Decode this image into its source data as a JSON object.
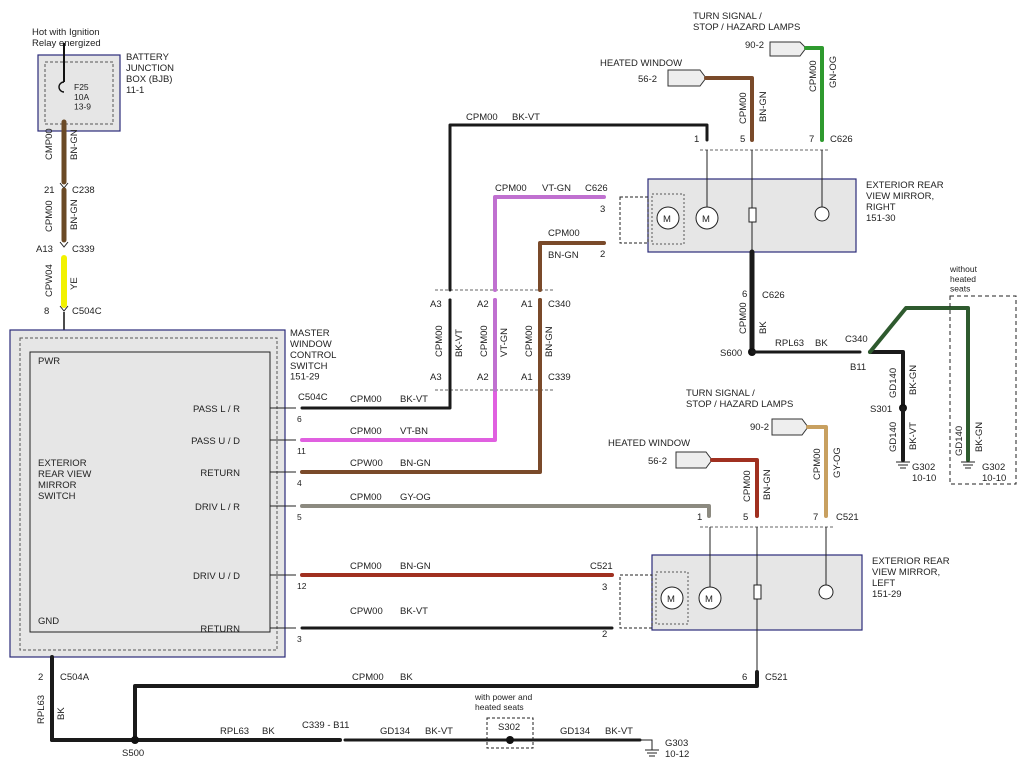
{
  "top": {
    "hot_note": "Hot with Ignition\nRelay energized",
    "bjb_label": "BATTERY\nJUNCTION\nBOX (BJB)\n11-1",
    "fuse": "F25\n10A\n13-9"
  },
  "left_column": {
    "wire1_circuit": "CMP00",
    "wire1_color": "BN-GN",
    "c238_pin": "21",
    "c238": "C238",
    "wire2_circuit": "CPM00",
    "wire2_color": "BN-GN",
    "c339_pin": "A13",
    "c339": "C339",
    "wire3_circuit": "CPW04",
    "wire3_color": "YE",
    "c504c_pin": "8",
    "c504c": "C504C"
  },
  "switch": {
    "title": "MASTER\nWINDOW\nCONTROL\nSWITCH\n151-29",
    "pwr": "PWR",
    "name": "EXTERIOR\nREAR VIEW\nMIRROR\nSWITCH",
    "gnd": "GND",
    "pins": [
      {
        "label": "PASS L / R",
        "connector": "C504C",
        "pin": "6",
        "circuit": "CPM00",
        "color": "BK-VT"
      },
      {
        "label": "PASS U / D",
        "connector": "",
        "pin": "11",
        "circuit": "CPM00",
        "color": "VT-BN"
      },
      {
        "label": "RETURN",
        "connector": "",
        "pin": "4",
        "circuit": "CPW00",
        "color": "BN-GN"
      },
      {
        "label": "DRIV L / R",
        "connector": "",
        "pin": "5",
        "circuit": "CPM00",
        "color": "GY-OG"
      },
      {
        "label": "DRIV U / D",
        "connector": "",
        "pin": "12",
        "circuit": "CPM00",
        "color": "BN-GN"
      },
      {
        "label": "RETURN",
        "connector": "",
        "pin": "3",
        "circuit": "CPW00",
        "color": "BK-VT"
      }
    ]
  },
  "c340_block": {
    "top_pins": [
      "A3",
      "A2",
      "A1"
    ],
    "top_connector": "C340",
    "wires": [
      {
        "circuit": "CPM00",
        "color": "BK-VT"
      },
      {
        "circuit": "CPM00",
        "color": "VT-GN"
      },
      {
        "circuit": "CPM00",
        "color": "BN-GN"
      }
    ],
    "bottom_pins": [
      "A3",
      "A2",
      "A1"
    ],
    "bottom_connector": "C339"
  },
  "right_mirror": {
    "turn_signal": "TURN SIGNAL /\nSTOP / HAZARD LAMPS",
    "turn_ref": "90-2",
    "turn_circuit": "CPM00",
    "turn_color": "GN-OG",
    "heated": "HEATED WINDOW",
    "heated_ref": "56-2",
    "heated_circuit": "CPM00",
    "heated_color": "BN-GN",
    "top_wire_circuit": "CPM00",
    "top_wire_color": "BK-VT",
    "pins_top": [
      "1",
      "5",
      "7"
    ],
    "connector": "C626",
    "wire_vt_circuit": "CPM00",
    "wire_vt_color": "VT-GN",
    "wire_vt_pin": "3",
    "wire_bn_circuit": "CPM00",
    "wire_bn_color": "BN-GN",
    "wire_bn_pin": "2",
    "label": "EXTERIOR REAR\nVIEW MIRROR,\nRIGHT\n151-30",
    "motor": "M",
    "bottom_pin": "6",
    "bottom_connector": "C626",
    "bottom_circuit": "CPM00",
    "bottom_color": "BK",
    "splice": "S600",
    "rpl_circuit": "RPL63",
    "rpl_color": "BK",
    "c340": "C340",
    "b11": "B11"
  },
  "ground_right": {
    "without": "without\nheated\nseats",
    "gd140_a": "GD140",
    "gd140_a_color": "BK-GN",
    "s301": "S301",
    "gd140_b": "GD140",
    "gd140_b_color": "BK-VT",
    "g302_a": "G302\n10-10",
    "gd140_c": "GD140",
    "gd140_c_color": "BK-GN",
    "g302_b": "G302\n10-10"
  },
  "left_mirror": {
    "turn_signal": "TURN SIGNAL /\nSTOP / HAZARD LAMPS",
    "turn_ref": "90-2",
    "turn_circuit": "CPM00",
    "turn_color": "GY-OG",
    "heated": "HEATED WINDOW",
    "heated_ref": "56-2",
    "heated_circuit": "CPM00",
    "heated_color": "BN-GN",
    "pins_top": [
      "1",
      "5",
      "7"
    ],
    "connector": "C521",
    "c521_right": "C521",
    "pin3": "3",
    "pin2": "2",
    "label": "EXTERIOR REAR\nVIEW MIRROR,\nLEFT\n151-29",
    "bottom_pin": "6",
    "bottom_connector": "C521"
  },
  "bottom": {
    "gnd_pin": "2",
    "c504a": "C504A",
    "rpl_circuit": "RPL63",
    "rpl_color": "BK",
    "bk_circuit": "CPM00",
    "bk_color": "BK",
    "s500": "S500",
    "rpl2": "RPL63",
    "rpl2_color": "BK",
    "c339_b11": "C339 - B11",
    "gd134a": "GD134",
    "gd134a_color": "BK-VT",
    "with_power": "with power and\nheated seats",
    "s302": "S302",
    "gd134b": "GD134",
    "gd134b_color": "BK-VT",
    "g303": "G303\n10-12"
  },
  "colors": {
    "brown": "#7a4a2a",
    "bngn": "#6b4a26",
    "black": "#1a1a1a",
    "violet": "#c070d0",
    "pink": "#e060e0",
    "green": "#2e9a2e",
    "yellow": "#f2f200",
    "tan": "#c8a060",
    "gray": "#8c8a80",
    "red": "#a03020",
    "navy": "#2b2b7a"
  }
}
